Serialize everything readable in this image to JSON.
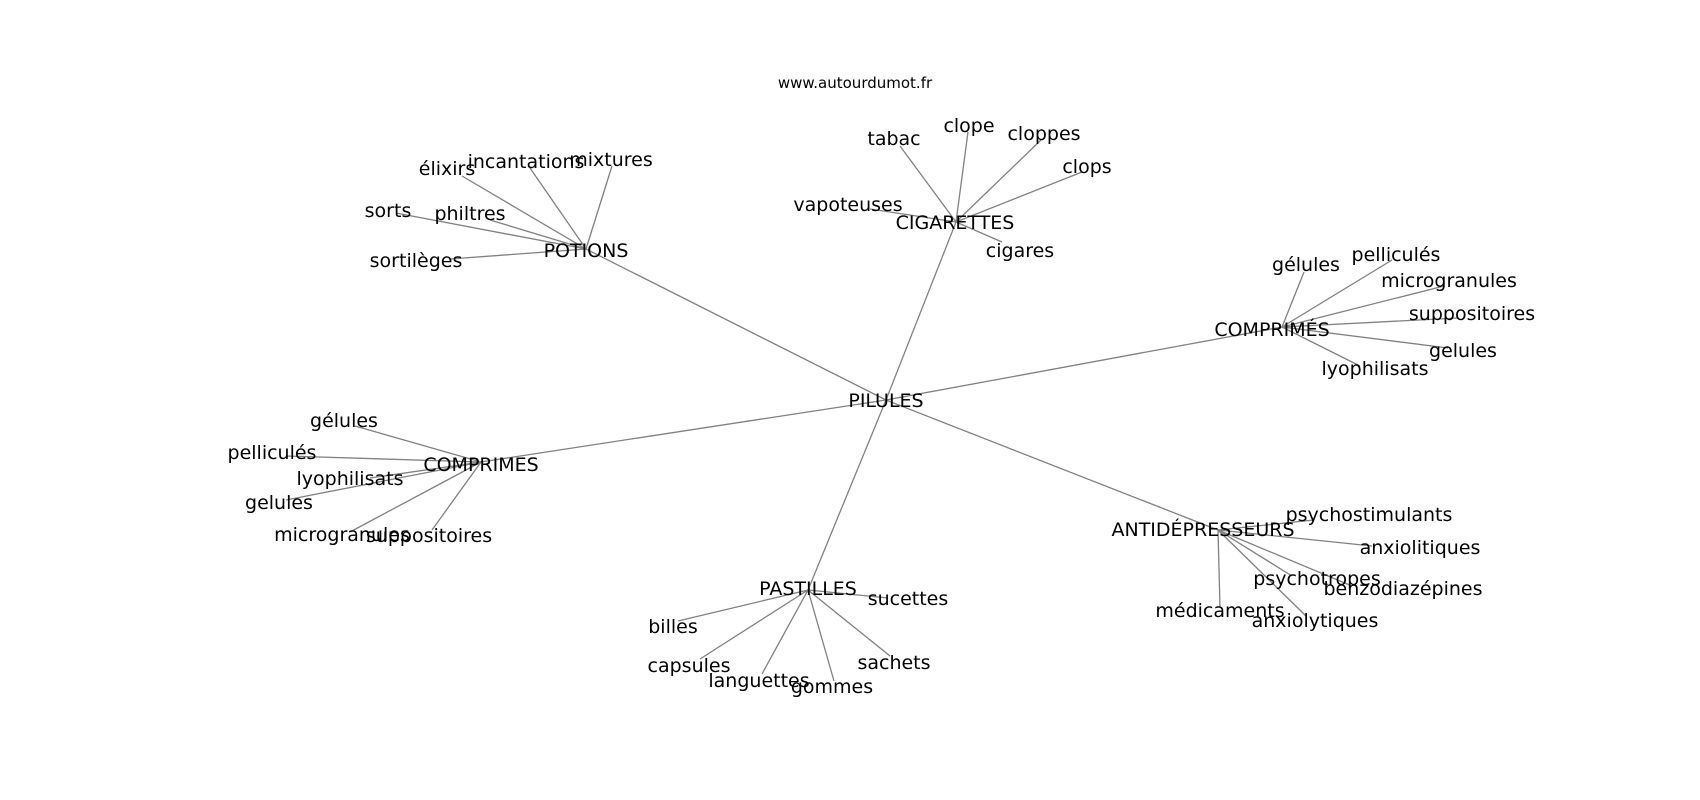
{
  "site": "www.autourdumot.fr",
  "root": "PILULES",
  "groups": [
    {
      "label": "POTIONS",
      "children": [
        "élixirs",
        "incantations",
        "mixtures",
        "sorts",
        "philtres",
        "sortilèges"
      ]
    },
    {
      "label": "CIGARETTES",
      "children": [
        "tabac",
        "clope",
        "cloppes",
        "clops",
        "vapoteuses",
        "cigares"
      ]
    },
    {
      "label": "COMPRIMÉS",
      "children": [
        "gélules",
        "pelliculés",
        "microgranules",
        "suppositoires",
        "gelules",
        "lyophilisats"
      ]
    },
    {
      "label": "COMPRIMES",
      "children": [
        "gélules",
        "pelliculés",
        "lyophilisats",
        "gelules",
        "microgranules",
        "suppositoires"
      ]
    },
    {
      "label": "PASTILLES",
      "children": [
        "sucettes",
        "billes",
        "capsules",
        "languettes",
        "gommes",
        "sachets"
      ]
    },
    {
      "label": "ANTIDÉPRESSEURS",
      "children": [
        "psychostimulants",
        "anxiolitiques",
        "psychotropes",
        "benzodiazépines",
        "médicaments",
        "anxiolytiques"
      ]
    }
  ]
}
